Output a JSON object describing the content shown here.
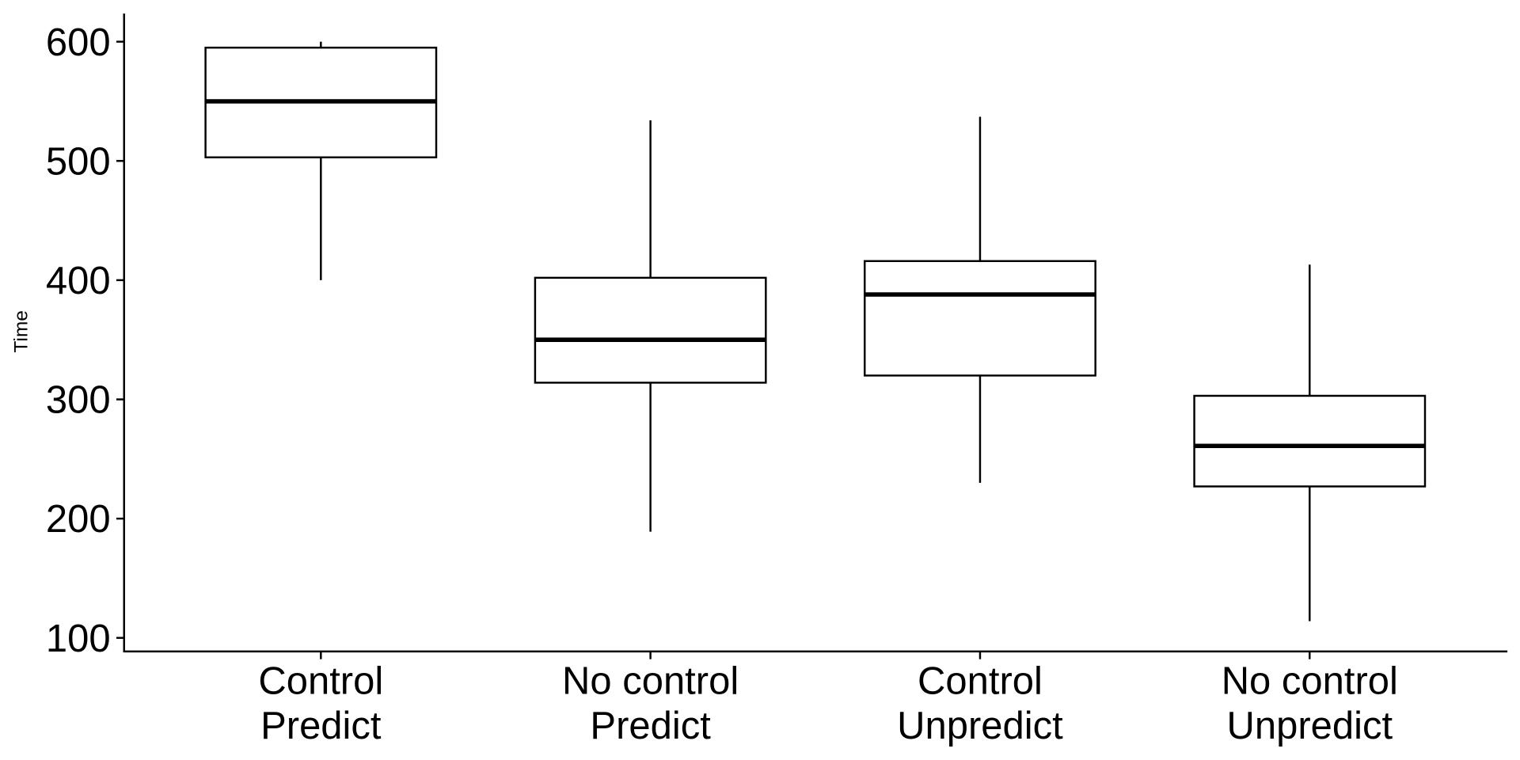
{
  "chart_data": {
    "type": "box",
    "title": "",
    "xlabel": "",
    "ylabel": "Time",
    "ylim": [
      76,
      624
    ],
    "yticks": [
      100,
      200,
      300,
      400,
      500,
      600
    ],
    "grid": false,
    "categories": [
      [
        "Control",
        "Predict"
      ],
      [
        "No control",
        "Predict"
      ],
      [
        "Control",
        "Unpredict"
      ],
      [
        "No control",
        "Unpredict"
      ]
    ],
    "boxes": [
      {
        "whisker_low": 400,
        "q1": 503,
        "median": 550,
        "q3": 595,
        "whisker_high": 600
      },
      {
        "whisker_low": 189,
        "q1": 314,
        "median": 350,
        "q3": 402,
        "whisker_high": 534
      },
      {
        "whisker_low": 230,
        "q1": 320,
        "median": 388,
        "q3": 416,
        "whisker_high": 537
      },
      {
        "whisker_low": 114,
        "q1": 227,
        "median": 261,
        "q3": 303,
        "whisker_high": 413
      }
    ]
  }
}
